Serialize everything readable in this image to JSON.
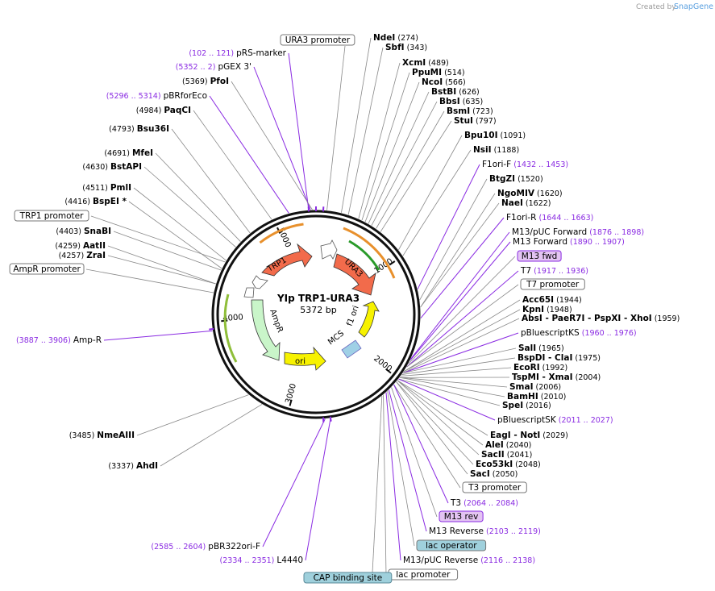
{
  "credit": {
    "created_by": "Created by",
    "brand": "SnapGene"
  },
  "plasmid": {
    "name": "YIp TRP1-URA3",
    "size": "5372 bp"
  },
  "ticks": [
    {
      "label": "1000",
      "angle": 56
    },
    {
      "label": "2000",
      "angle": 128
    },
    {
      "label": "3000",
      "angle": 196
    },
    {
      "label": "4000",
      "angle": 266
    },
    {
      "label": "5000",
      "angle": 336
    }
  ],
  "arrows": [
    {
      "label": "TRP1",
      "color": "#f26b4b"
    },
    {
      "label": "URA3",
      "color": "#f26b4b"
    },
    {
      "label": "AmpR",
      "color": "#c9f5c9"
    },
    {
      "label": "ori",
      "color": "#f7f200"
    },
    {
      "label": "f1 ori",
      "color": "#f7f200"
    },
    {
      "label": "MCS",
      "color": "#9fd0e6"
    }
  ],
  "left_labels": [
    {
      "id": "pRS-marker",
      "type": "feature",
      "name": "pRS-marker",
      "coord": "(102 .. 121)"
    },
    {
      "id": "pGEX3",
      "type": "feature",
      "name": "pGEX 3'",
      "coord": "(5352 .. 2)"
    },
    {
      "id": "PfoI",
      "type": "enzyme",
      "name": "PfoI",
      "coord": "(5369)"
    },
    {
      "id": "pBRforEco",
      "type": "feature",
      "name": "pBRforEco",
      "coord": "(5296 .. 5314)"
    },
    {
      "id": "PaqCI",
      "type": "enzyme",
      "name": "PaqCI",
      "coord": "(4984)"
    },
    {
      "id": "Bsu36I",
      "type": "enzyme",
      "name": "Bsu36I",
      "coord": "(4793)"
    },
    {
      "id": "MfeI",
      "type": "enzyme",
      "name": "MfeI",
      "coord": "(4691)"
    },
    {
      "id": "BstAPI",
      "type": "enzyme",
      "name": "BstAPI",
      "coord": "(4630)"
    },
    {
      "id": "PmlI",
      "type": "enzyme",
      "name": "PmlI",
      "coord": "(4511)"
    },
    {
      "id": "BspEI",
      "type": "enzyme",
      "name": "BspEI *",
      "coord": "(4416)"
    },
    {
      "id": "TRP1prom",
      "type": "promoter",
      "name": "TRP1 promoter",
      "coord": ""
    },
    {
      "id": "SnaBI",
      "type": "enzyme",
      "name": "SnaBI",
      "coord": "(4403)"
    },
    {
      "id": "AatII",
      "type": "enzyme",
      "name": "AatII",
      "coord": "(4259)"
    },
    {
      "id": "ZraI",
      "type": "enzyme",
      "name": "ZraI",
      "coord": "(4257)"
    },
    {
      "id": "AmpRprom",
      "type": "promoter",
      "name": "AmpR promoter",
      "coord": ""
    },
    {
      "id": "Amp-R",
      "type": "feature",
      "name": "Amp-R",
      "coord": "(3887 .. 3906)"
    },
    {
      "id": "NmeAIII",
      "type": "enzyme",
      "name": "NmeAIII",
      "coord": "(3485)"
    },
    {
      "id": "AhdI",
      "type": "enzyme",
      "name": "AhdI",
      "coord": "(3337)"
    },
    {
      "id": "pBR322ori-F",
      "type": "feature",
      "name": "pBR322ori-F",
      "coord": "(2585 .. 2604)"
    },
    {
      "id": "L4440",
      "type": "feature",
      "name": "L4440",
      "coord": "(2334 .. 2351)"
    }
  ],
  "top_labels": [
    {
      "id": "URA3prom",
      "type": "promoter",
      "name": "URA3 promoter"
    }
  ],
  "right_labels": [
    {
      "id": "NdeI",
      "type": "enzyme",
      "name": "NdeI",
      "coord": "(274)"
    },
    {
      "id": "SbfI",
      "type": "enzyme",
      "name": "SbfI",
      "coord": "(343)"
    },
    {
      "id": "XcmI",
      "type": "enzyme",
      "name": "XcmI",
      "coord": "(489)"
    },
    {
      "id": "PpuMI",
      "type": "enzyme",
      "name": "PpuMI",
      "coord": "(514)"
    },
    {
      "id": "NcoI",
      "type": "enzyme",
      "name": "NcoI",
      "coord": "(566)"
    },
    {
      "id": "BstBI",
      "type": "enzyme",
      "name": "BstBI",
      "coord": "(626)"
    },
    {
      "id": "BbsI",
      "type": "enzyme",
      "name": "BbsI",
      "coord": "(635)"
    },
    {
      "id": "BsmI",
      "type": "enzyme",
      "name": "BsmI",
      "coord": "(723)"
    },
    {
      "id": "StuI",
      "type": "enzyme",
      "name": "StuI",
      "coord": "(797)"
    },
    {
      "id": "Bpu10I",
      "type": "enzyme",
      "name": "Bpu10I",
      "coord": "(1091)"
    },
    {
      "id": "NsiI",
      "type": "enzyme",
      "name": "NsiI",
      "coord": "(1188)"
    },
    {
      "id": "F1ori-F",
      "type": "feature",
      "name": "F1ori-F",
      "coord": "(1432 .. 1453)"
    },
    {
      "id": "BtgZI",
      "type": "enzyme",
      "name": "BtgZI",
      "coord": "(1520)"
    },
    {
      "id": "NgoMIV",
      "type": "enzyme",
      "name": "NgoMIV",
      "coord": "(1620)"
    },
    {
      "id": "NaeI",
      "type": "enzyme",
      "name": "NaeI",
      "coord": "(1622)"
    },
    {
      "id": "F1ori-R",
      "type": "feature",
      "name": "F1ori-R",
      "coord": "(1644 .. 1663)"
    },
    {
      "id": "M13pUCF",
      "type": "feature",
      "name": "M13/pUC Forward",
      "coord": "(1876 .. 1898)"
    },
    {
      "id": "M13F",
      "type": "feature",
      "name": "M13 Forward",
      "coord": "(1890 .. 1907)"
    },
    {
      "id": "M13fwd",
      "type": "primer",
      "name": "M13 fwd",
      "coord": ""
    },
    {
      "id": "T7",
      "type": "feature",
      "name": "T7",
      "coord": "(1917 .. 1936)"
    },
    {
      "id": "T7prom",
      "type": "promoter",
      "name": "T7 promoter",
      "coord": ""
    },
    {
      "id": "Acc65I",
      "type": "enzyme",
      "name": "Acc65I",
      "coord": "(1944)"
    },
    {
      "id": "KpnI",
      "type": "enzyme",
      "name": "KpnI",
      "coord": "(1948)"
    },
    {
      "id": "AbsI",
      "type": "enzyme",
      "name": "AbsI  - PaeR7I  - PspXI  - XhoI",
      "coord": "(1959)"
    },
    {
      "id": "pBluescriptKS",
      "type": "feature",
      "name": "pBluescriptKS",
      "coord": "(1960 .. 1976)"
    },
    {
      "id": "SalI",
      "type": "enzyme",
      "name": "SalI",
      "coord": "(1965)"
    },
    {
      "id": "BspDI",
      "type": "enzyme",
      "name": "BspDI  - ClaI",
      "coord": "(1975)"
    },
    {
      "id": "EcoRI",
      "type": "enzyme",
      "name": "EcoRI",
      "coord": "(1992)"
    },
    {
      "id": "TspMI",
      "type": "enzyme",
      "name": "TspMI  - XmaI",
      "coord": "(2004)"
    },
    {
      "id": "SmaI",
      "type": "enzyme",
      "name": "SmaI",
      "coord": "(2006)"
    },
    {
      "id": "BamHI",
      "type": "enzyme",
      "name": "BamHI",
      "coord": "(2010)"
    },
    {
      "id": "SpeI",
      "type": "enzyme",
      "name": "SpeI",
      "coord": "(2016)"
    },
    {
      "id": "pBluescriptSK",
      "type": "feature",
      "name": "pBluescriptSK",
      "coord": "(2011 .. 2027)"
    },
    {
      "id": "EagI",
      "type": "enzyme",
      "name": "EagI  - NotI",
      "coord": "(2029)"
    },
    {
      "id": "AleI",
      "type": "enzyme",
      "name": "AleI",
      "coord": "(2040)"
    },
    {
      "id": "SacII",
      "type": "enzyme",
      "name": "SacII",
      "coord": "(2041)"
    },
    {
      "id": "Eco53kI",
      "type": "enzyme",
      "name": "Eco53kI",
      "coord": "(2048)"
    },
    {
      "id": "SacI",
      "type": "enzyme",
      "name": "SacI",
      "coord": "(2050)"
    },
    {
      "id": "T3prom",
      "type": "promoter",
      "name": "T3 promoter",
      "coord": ""
    },
    {
      "id": "T3",
      "type": "feature",
      "name": "T3",
      "coord": "(2064 .. 2084)"
    },
    {
      "id": "M13rev",
      "type": "primer",
      "name": "M13 rev",
      "coord": ""
    },
    {
      "id": "M13R",
      "type": "feature",
      "name": "M13 Reverse",
      "coord": "(2103 .. 2119)"
    },
    {
      "id": "lacop",
      "type": "boxed",
      "name": "lac operator",
      "coord": ""
    },
    {
      "id": "M13pUCR",
      "type": "feature",
      "name": "M13/pUC Reverse",
      "coord": "(2116 .. 2138)"
    },
    {
      "id": "lacprom",
      "type": "promoter",
      "name": "lac promoter",
      "coord": ""
    }
  ],
  "bottom_labels": [
    {
      "id": "CAP",
      "type": "boxed",
      "name": "CAP binding site"
    }
  ],
  "colors": {
    "feature": "#8a2be2",
    "promoter_border": "#777777",
    "primer_fill": "#e3c4f2",
    "boxed_fill": "#9fd0dc",
    "backbone": "#111111"
  }
}
